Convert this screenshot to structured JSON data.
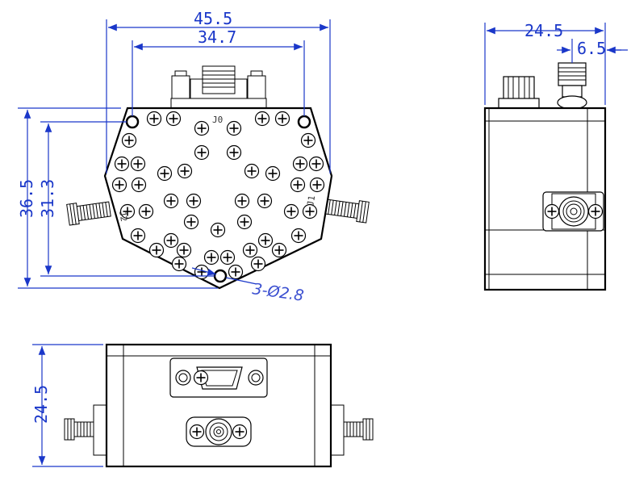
{
  "dimensions": {
    "width_total": "45.5",
    "width_holes": "34.7",
    "height_total": "36.5",
    "height_holes": "31.3",
    "side_width": "24.5",
    "side_offset": "6.5",
    "bottom_height": "24.5"
  },
  "notes": {
    "hole_spec": "3-Ø2.8"
  },
  "port_labels": {
    "top": "J0",
    "left": "J2",
    "right": "J1"
  },
  "colors": {
    "dimension": "#1a37c9",
    "outline": "#000000"
  }
}
